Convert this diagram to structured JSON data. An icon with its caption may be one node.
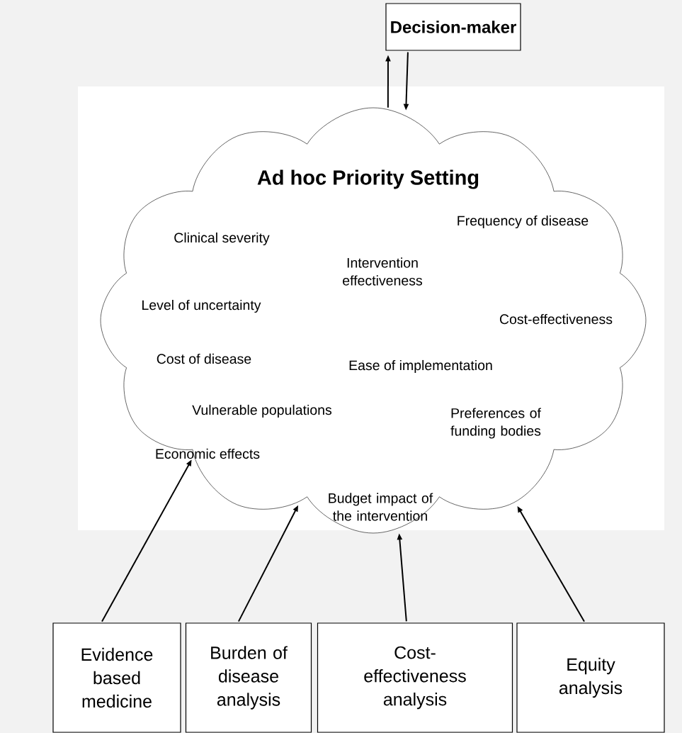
{
  "diagram": {
    "nodes": [
      {
        "text": [
          "Decision-maker"
        ]
      },
      {
        "text": [
          "Ad hoc Priority Setting",
          "Clinical severity",
          "Frequency of disease",
          "Intervention effectiveness",
          "Level of uncertainty",
          "Cost-effectiveness",
          "Cost of disease",
          "Ease of implementation",
          "Vulnerable populations",
          "Preferences of funding bodies",
          "Economic effects",
          "Budget impact of the intervention"
        ]
      },
      {
        "text": [
          "Evidence based medicine"
        ]
      },
      {
        "text": [
          "Burden of disease analysis"
        ]
      },
      {
        "text": [
          "Cost-effectiveness analysis"
        ]
      },
      {
        "text": [
          "Equity analysis"
        ]
      }
    ],
    "edges": [
      {
        "from": 1,
        "to": 0,
        "arrow": "to"
      },
      {
        "from": 0,
        "to": 1,
        "arrow": "to"
      },
      {
        "from": 2,
        "to": 1,
        "arrow": "to"
      },
      {
        "from": 3,
        "to": 1,
        "arrow": "to"
      },
      {
        "from": 4,
        "to": 1,
        "arrow": "to"
      },
      {
        "from": 5,
        "to": 1,
        "arrow": "to"
      }
    ]
  }
}
